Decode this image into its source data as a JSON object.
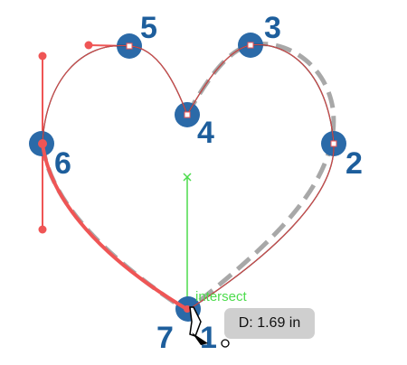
{
  "nodes": [
    {
      "id": "1",
      "label": "1"
    },
    {
      "id": "2",
      "label": "2"
    },
    {
      "id": "3",
      "label": "3"
    },
    {
      "id": "4",
      "label": "4"
    },
    {
      "id": "5",
      "label": "5"
    },
    {
      "id": "6",
      "label": "6"
    },
    {
      "id": "7",
      "label": "7"
    }
  ],
  "snap_hint": "intersect",
  "measurement": "D: 1.69 in",
  "colors": {
    "node_fill": "#2b6aa8",
    "node_label": "#1d5e9c",
    "path_stroke": "#ef5555",
    "guide": "#4ddc4d",
    "ghost_path": "#9e9e9e",
    "tooltip_bg": "#cfcfcf"
  },
  "icons": {
    "cursor": "pen-tool-cursor-icon",
    "handle": "bezier-handle-icon"
  }
}
